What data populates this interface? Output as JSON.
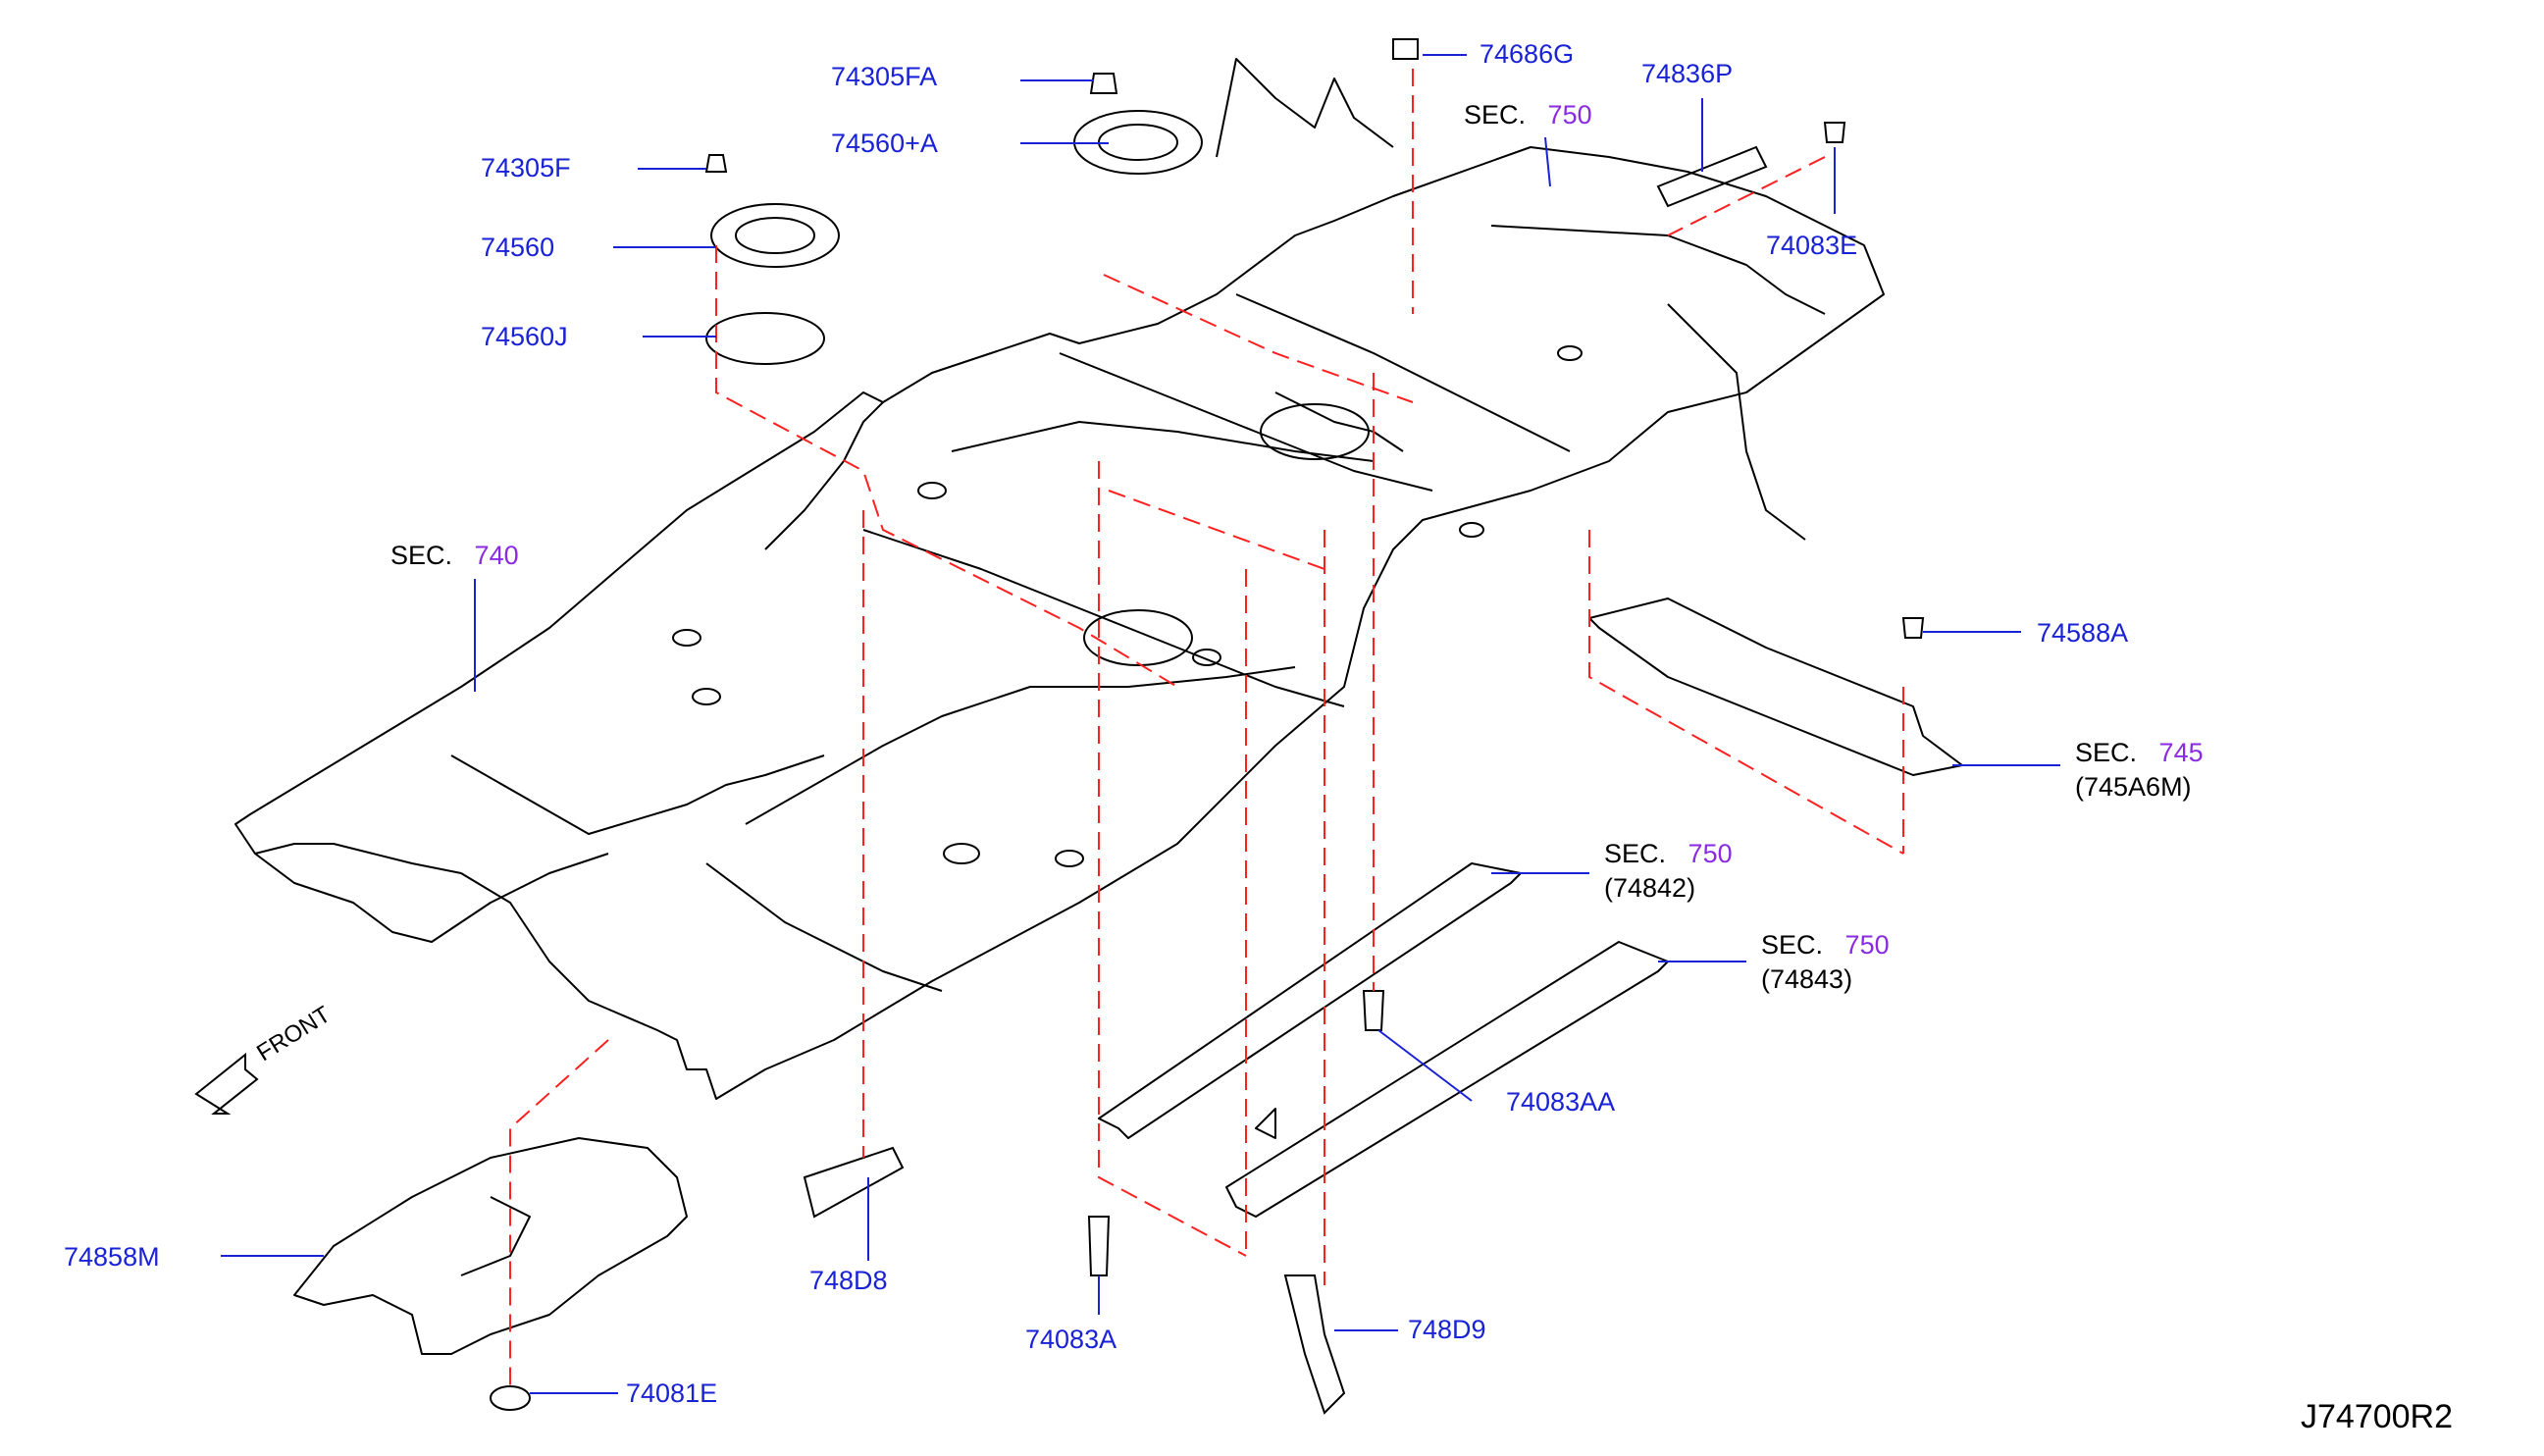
{
  "colors": {
    "part_label": "#1a22d6",
    "section_number": "#8a2be2",
    "sec_text": "#000000",
    "outline": "#000000",
    "leader_line": "#1a22d6",
    "dash_line": "#ff2020"
  },
  "parts": [
    {
      "id": "74305FA",
      "label": "74305FA"
    },
    {
      "id": "74560A",
      "label": "74560+A"
    },
    {
      "id": "74305F",
      "label": "74305F"
    },
    {
      "id": "74560",
      "label": "74560"
    },
    {
      "id": "74560J",
      "label": "74560J"
    },
    {
      "id": "74686G",
      "label": "74686G"
    },
    {
      "id": "74836P",
      "label": "74836P"
    },
    {
      "id": "74083E",
      "label": "74083E"
    },
    {
      "id": "74588A",
      "label": "74588A"
    },
    {
      "id": "74083AA",
      "label": "74083AA"
    },
    {
      "id": "74858M",
      "label": "74858M"
    },
    {
      "id": "748D8",
      "label": "748D8"
    },
    {
      "id": "74083A",
      "label": "74083A"
    },
    {
      "id": "748D9",
      "label": "748D9"
    },
    {
      "id": "74081E",
      "label": "74081E"
    }
  ],
  "sections": [
    {
      "id": "sec-740",
      "prefix": "SEC.",
      "number": "740",
      "ref": ""
    },
    {
      "id": "sec-750-top",
      "prefix": "SEC.",
      "number": "750",
      "ref": ""
    },
    {
      "id": "sec-745",
      "prefix": "SEC.",
      "number": "745",
      "ref": "(745A6M)"
    },
    {
      "id": "sec-750-a",
      "prefix": "SEC.",
      "number": "750",
      "ref": "(74842)"
    },
    {
      "id": "sec-750-b",
      "prefix": "SEC.",
      "number": "750",
      "ref": "(74843)"
    }
  ],
  "front_label": "FRONT",
  "diagram_code": "J74700R2"
}
